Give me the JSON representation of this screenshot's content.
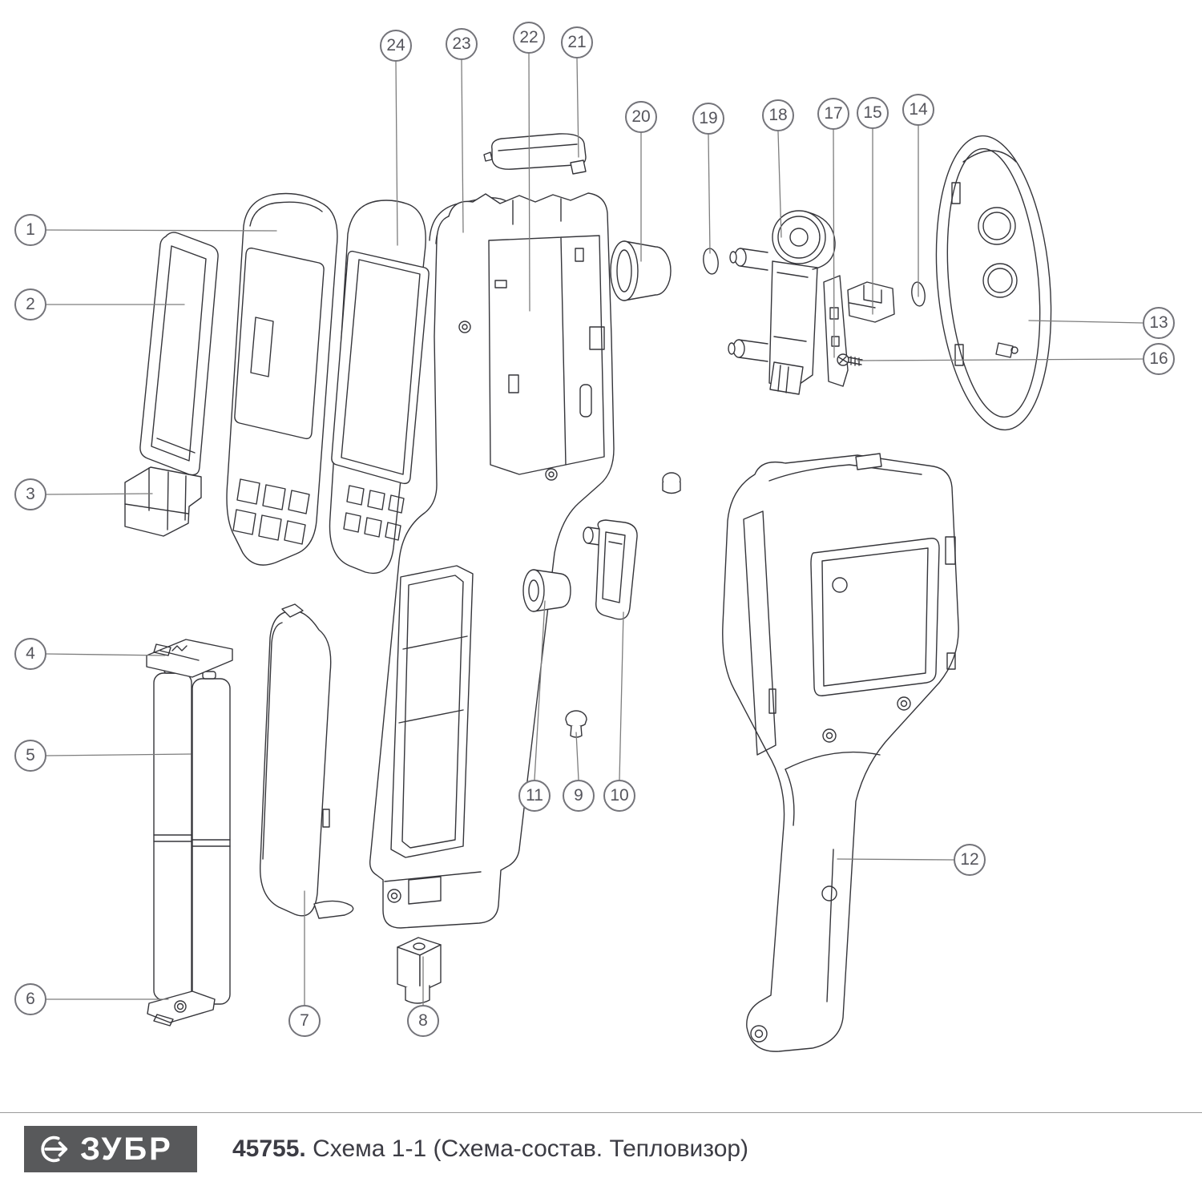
{
  "diagram": {
    "kind": "exploded-parts-diagram",
    "line_color": "#35353a",
    "callout_color": "#74747a"
  },
  "callouts": {
    "labels": [
      "1",
      "2",
      "3",
      "4",
      "5",
      "6",
      "7",
      "8",
      "9",
      "10",
      "11",
      "12",
      "13",
      "14",
      "15",
      "16",
      "17",
      "18",
      "19",
      "20",
      "21",
      "22",
      "23",
      "24"
    ]
  },
  "footer": {
    "brand": "ЗУБР",
    "brand_bg": "#58595b",
    "part_number": "45755.",
    "caption": "Схема 1-1 (Схема-состав. Тепловизор)"
  }
}
